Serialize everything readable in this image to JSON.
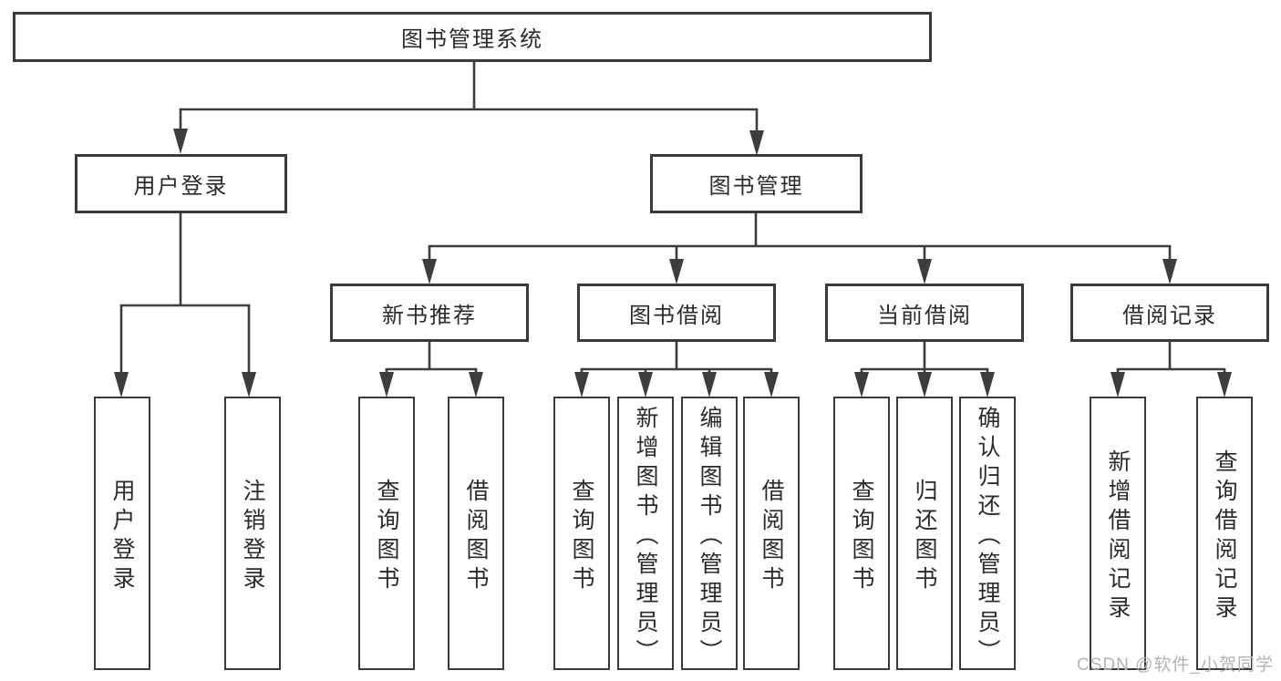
{
  "diagram": {
    "root": "图书管理系统",
    "branches": [
      {
        "label": "用户登录",
        "children": [
          "用户登录",
          "注销登录"
        ]
      },
      {
        "label": "图书管理",
        "children": [
          {
            "label": "新书推荐",
            "children": [
              "查询图书",
              "借阅图书"
            ]
          },
          {
            "label": "图书借阅",
            "children": [
              "查询图书",
              "新增图书（管理员）",
              "编辑图书（管理员）",
              "借阅图书"
            ]
          },
          {
            "label": "当前借阅",
            "children": [
              "查询图书",
              "归还图书",
              "确认归还（管理员）"
            ]
          },
          {
            "label": "借阅记录",
            "children": [
              "新增借阅记录",
              "查询借阅记录"
            ]
          }
        ]
      }
    ],
    "colors": {
      "line": "#3d3d3d",
      "box_border": "#3a3a3a",
      "text": "#2b2b2b",
      "watermark_text": "#b3b3b3",
      "background": "#ffffff"
    }
  },
  "watermark": {
    "text": "CSDN @软件_小贺同学"
  }
}
